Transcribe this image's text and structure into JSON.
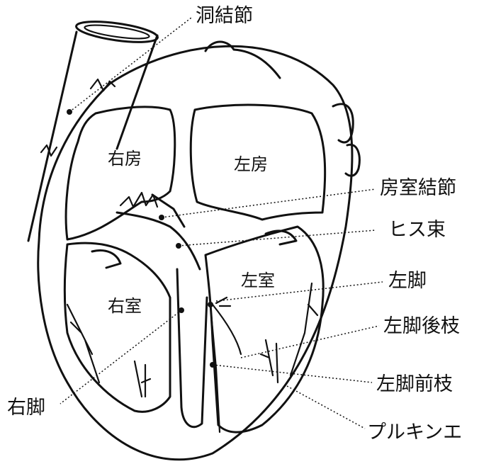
{
  "labels": {
    "sinus_node": "洞結節",
    "right_atrium": "右房",
    "left_atrium": "左房",
    "right_ventricle": "右室",
    "left_ventricle": "左室",
    "av_node": "房室結節",
    "his_bundle": "ヒス束",
    "left_bundle": "左脚",
    "left_posterior_fascicle": "左脚後枝",
    "left_anterior_fascicle": "左脚前枝",
    "right_bundle": "右脚",
    "purkinje": "プルキンエ"
  }
}
